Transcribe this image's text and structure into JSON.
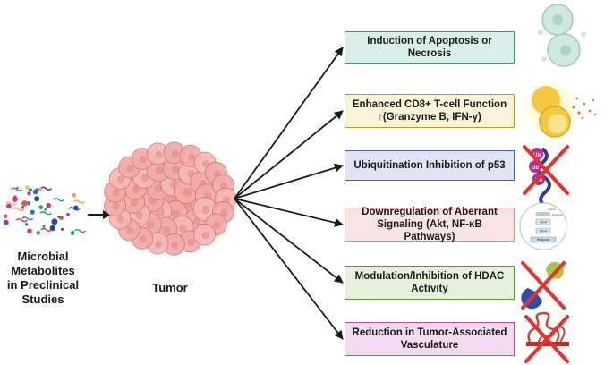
{
  "source_label": "Microbial\nMetabolites\nin Preclinical\nStudies",
  "tumor_label": "Tumor",
  "outcomes": [
    {
      "lines": [
        "Induction of Apoptosis or Necrosis"
      ],
      "fill": "#d9efe9",
      "border": "#3b9a86"
    },
    {
      "lines": [
        "Enhanced CD8+ T-cell Function",
        "↑(Granzyme B, IFN-γ)"
      ],
      "fill": "#fbf5d8",
      "border": "#b49a2a"
    },
    {
      "lines": [
        "Ubiquitination Inhibition of p53"
      ],
      "fill": "#dfe5f4",
      "border": "#4a5fae"
    },
    {
      "lines": [
        "Downregulation of Aberrant",
        "Signaling (Akt, NF-κB Pathways)"
      ],
      "fill": "#fae5e5",
      "border": "#d98c8c"
    },
    {
      "lines": [
        "Modulation/Inhibition of HDAC",
        "Activity"
      ],
      "fill": "#e6f2dc",
      "border": "#5e9a3a"
    },
    {
      "lines": [
        "Reduction in Tumor-Associated",
        "Vasculature"
      ],
      "fill": "#f3dcef",
      "border": "#b14fa0"
    }
  ],
  "ubiquitin_tags": [
    "Ub",
    "Ub",
    "Ub"
  ],
  "pathway_labels": [
    "Ligand",
    "Receptor",
    "Signal",
    "Signal",
    "Response"
  ],
  "colors": {
    "arrow": "#1a1a1a",
    "cross": "#e8312a",
    "tumor": "#f1aaa8",
    "tumor_dark": "#d9706d"
  }
}
